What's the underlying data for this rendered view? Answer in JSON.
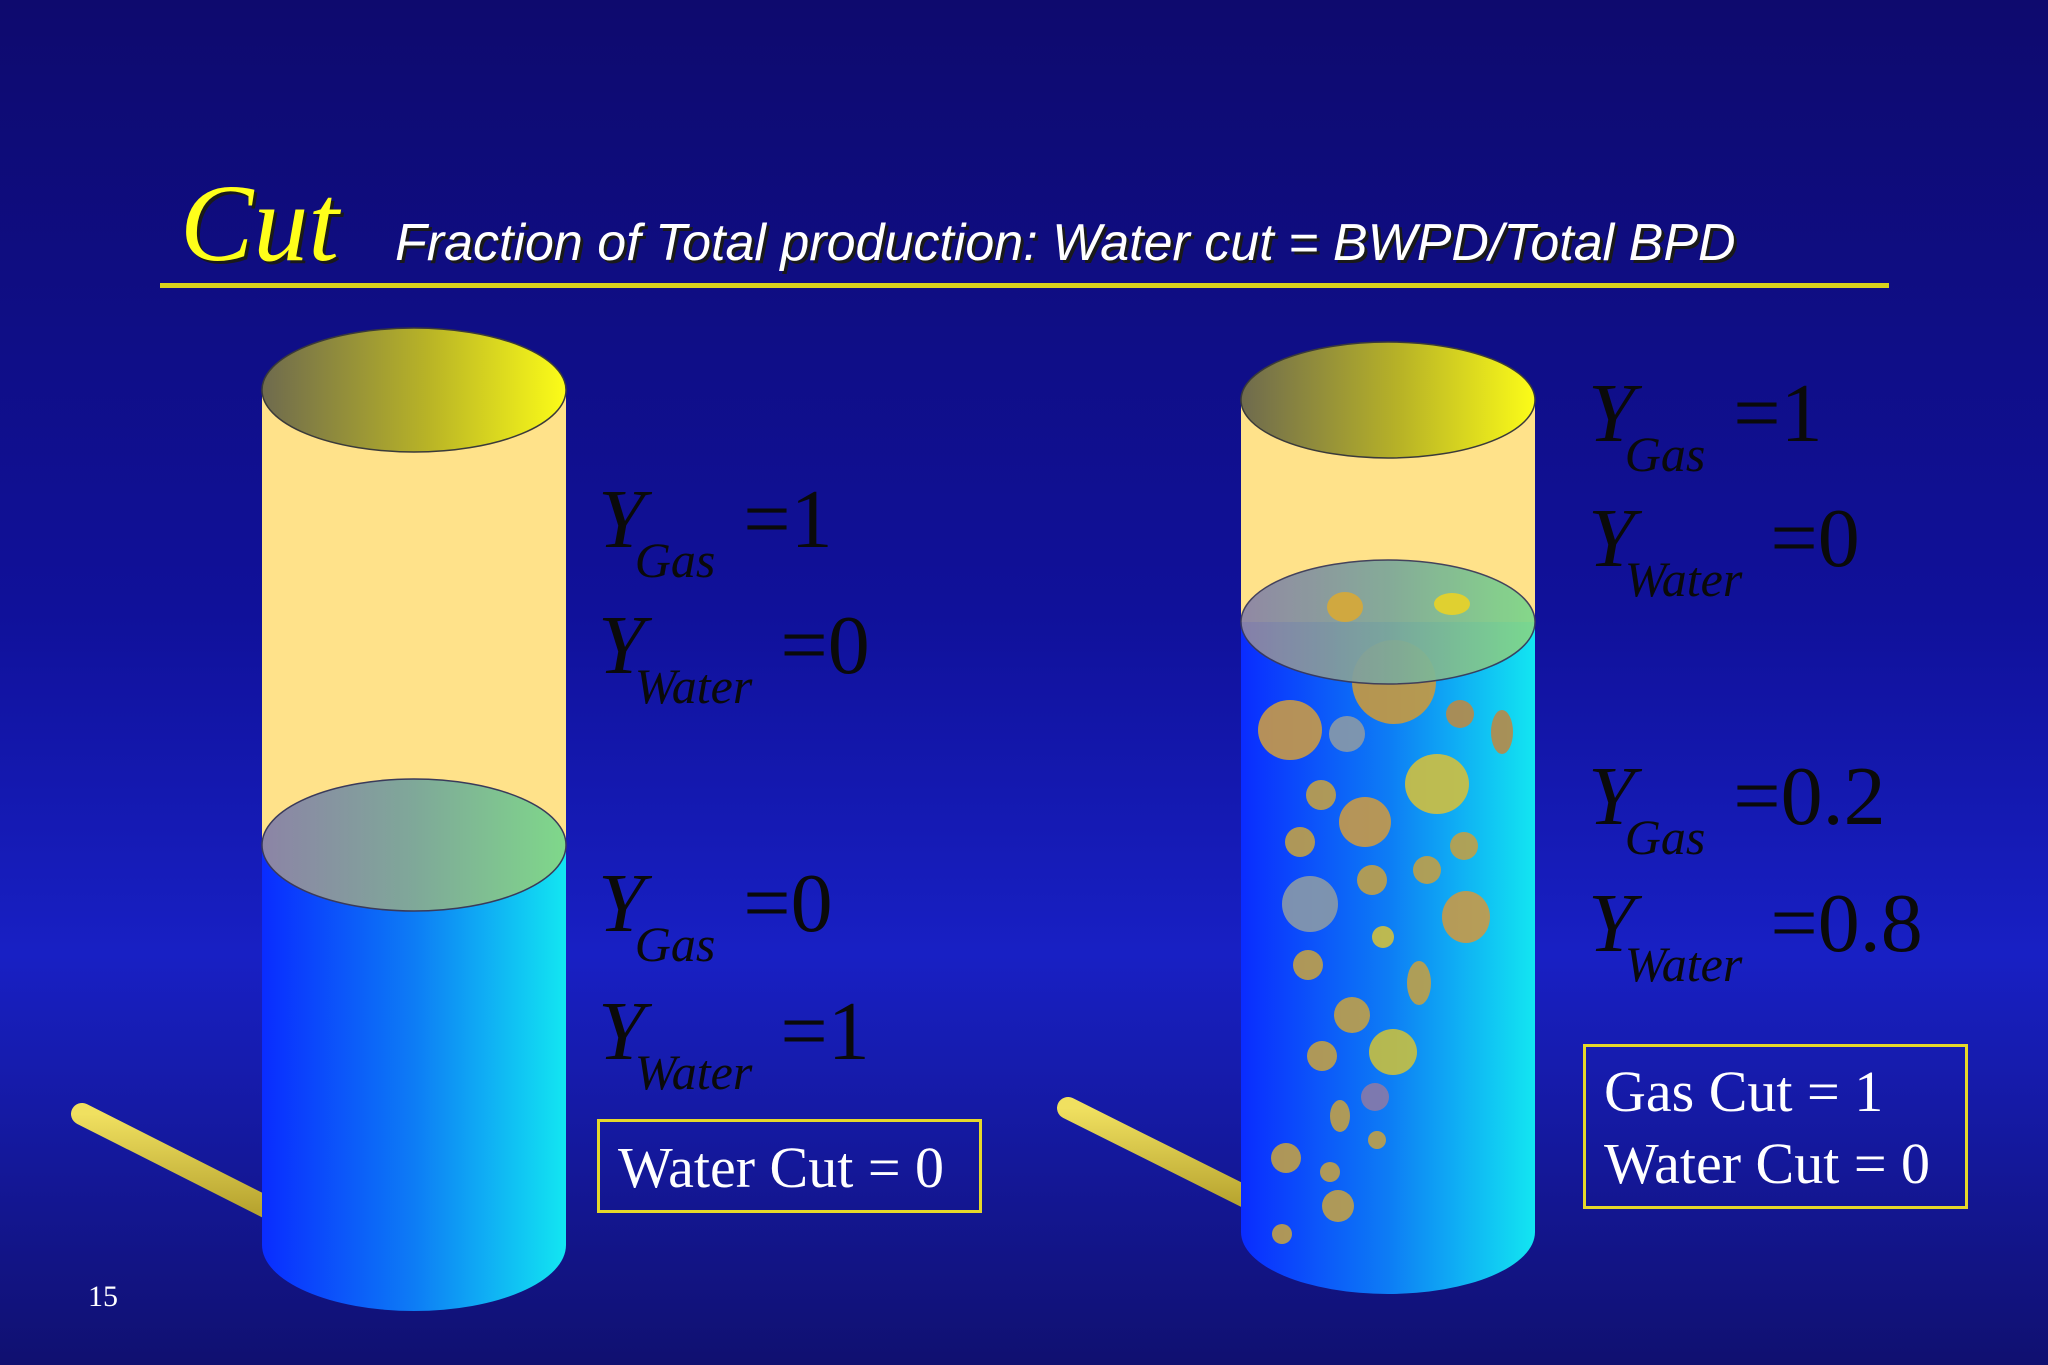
{
  "title": {
    "main": "Cut",
    "subtitle": "Fraction of Total production: Water cut = BWPD/Total BPD"
  },
  "left_cylinder": {
    "upper": {
      "y_label": "Y",
      "gas_sub": "Gas",
      "gas_value": "=1",
      "water_sub": "Water",
      "water_value": "=0"
    },
    "lower": {
      "y_label": "Y",
      "gas_sub": "Gas",
      "gas_value": "=0",
      "water_sub": "Water",
      "water_value": "=1"
    },
    "cut_box": [
      "Water Cut = 0"
    ]
  },
  "right_cylinder": {
    "upper": {
      "y_label": "Y",
      "gas_sub": "Gas",
      "gas_value": "=1",
      "water_sub": "Water",
      "water_value": "=0"
    },
    "lower": {
      "y_label": "Y",
      "gas_sub": "Gas",
      "gas_value": "=0.2",
      "water_sub": "Water",
      "water_value": "=0.8"
    },
    "cut_box": [
      "Gas Cut = 1",
      "Water Cut = 0"
    ]
  },
  "slide_number": "15",
  "colors": {
    "background": "#10119a",
    "title_cut": "#ffff1a",
    "rule": "#d9d21c",
    "gas_phase": "#ffe28a",
    "liquid_dark": "#0a2cff",
    "liquid_light": "#12e6f2",
    "bubbles": "#c8a040",
    "pipe": "#d6c63a",
    "box_border": "#e6d82a"
  }
}
